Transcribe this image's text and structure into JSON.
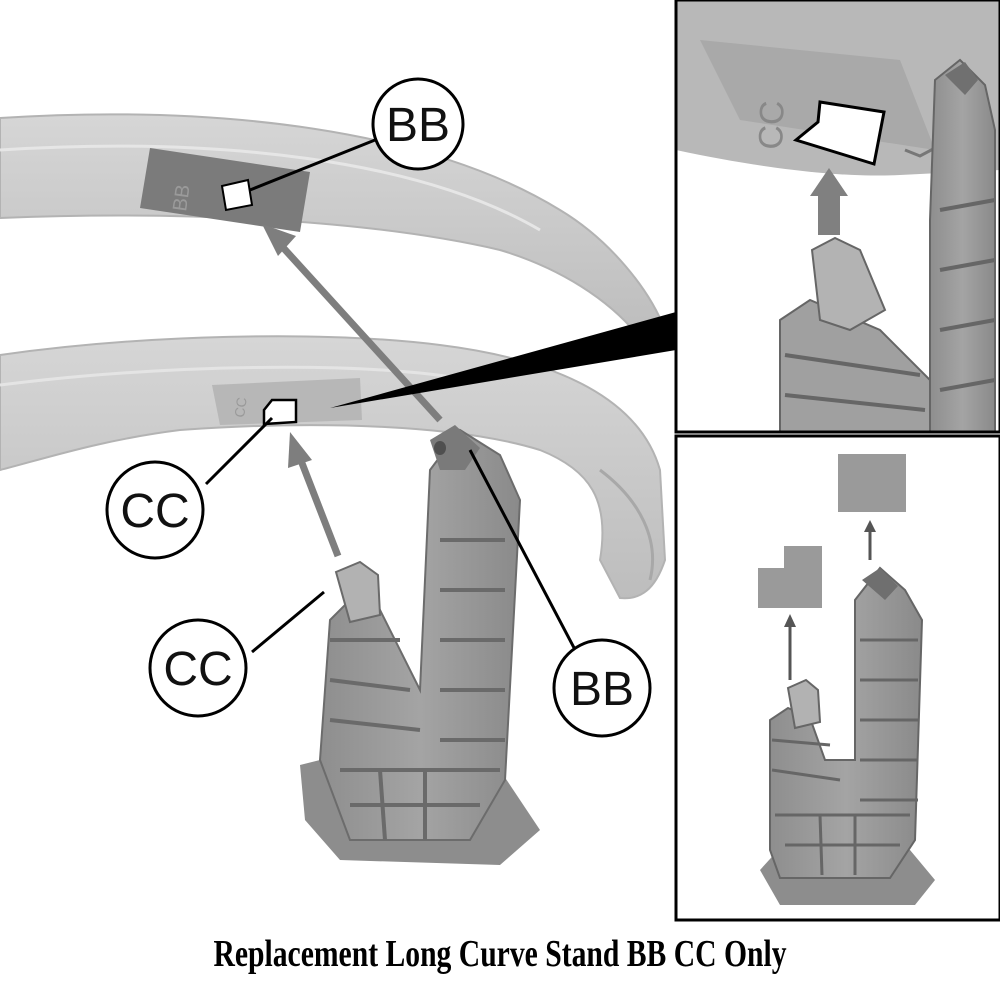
{
  "caption": "Replacement Long Curve Stand BB CC Only",
  "labels": {
    "bb_top": "BB",
    "cc_left": "CC",
    "cc_lower": "CC",
    "bb_right": "BB",
    "track_mark_bb": "BB",
    "track_mark_cc": "CC",
    "inset_mark_cc": "CC"
  },
  "colors": {
    "track": "#c9c9c9",
    "track_edge": "#a9a9a9",
    "stand": "#9c9c9c",
    "stand_dark": "#6f6f6f",
    "arrow": "#808080",
    "inset_border": "#000000"
  }
}
